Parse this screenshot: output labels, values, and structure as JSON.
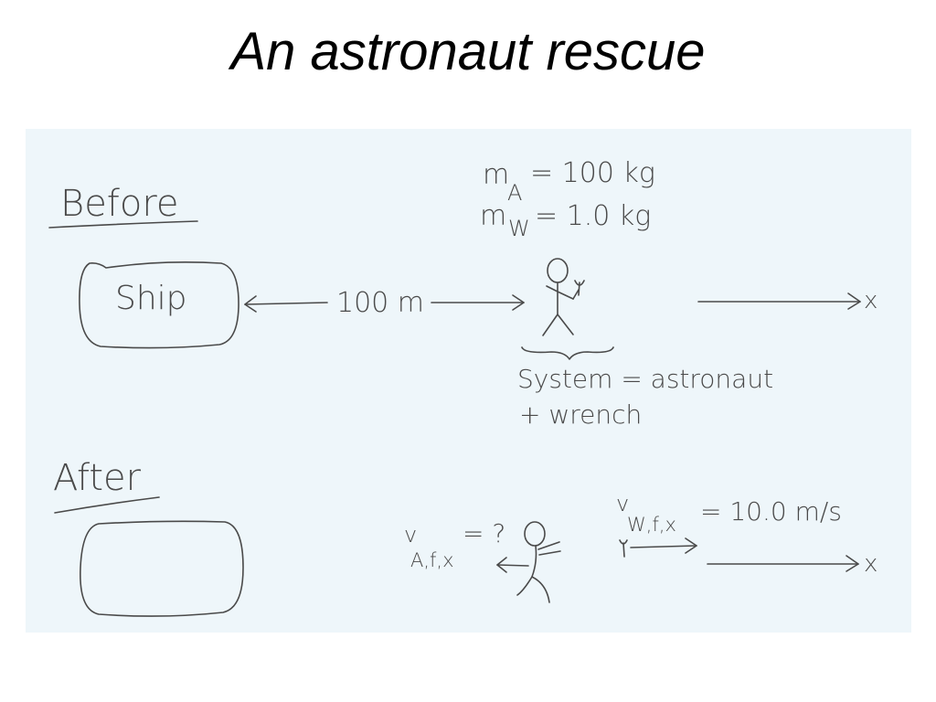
{
  "title": "An astronaut rescue",
  "colors": {
    "panel_background": "#eef6fa",
    "ink": "#4a4a4a"
  },
  "before": {
    "heading": "Before",
    "ship_label": "Ship",
    "distance_label": "100 m",
    "mass_astronaut": {
      "symbol": "m",
      "subscript": "A",
      "value": "= 100 kg"
    },
    "mass_wrench": {
      "symbol": "m",
      "subscript": "W",
      "value": "= 1.0 kg"
    },
    "system_line1": "System = astronaut",
    "system_line2": "+ wrench",
    "axis_label": "x"
  },
  "after": {
    "heading": "After",
    "astronaut_velocity": {
      "symbol": "v",
      "subscript": "A,f,x",
      "value": "= ?"
    },
    "wrench_velocity": {
      "symbol": "v",
      "subscript": "W,f,x",
      "value": "= 10.0 m/s"
    },
    "axis_label": "x"
  }
}
